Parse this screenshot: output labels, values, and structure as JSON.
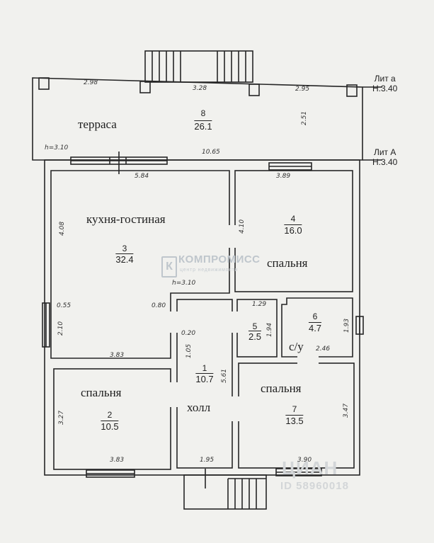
{
  "levels": {
    "upper": {
      "label": "Лит а",
      "height": "Н.3.40"
    },
    "lower": {
      "label": "Лит А",
      "height": "Н.3.40"
    }
  },
  "ceiling_heights": {
    "terrace": "h=3.10",
    "kitchen": "h=3.10"
  },
  "rooms": [
    {
      "id": "terrace",
      "number": "8",
      "area": "26.1",
      "name": "терраса"
    },
    {
      "id": "kitchen-living",
      "number": "3",
      "area": "32.4",
      "name": "кухня-гостиная"
    },
    {
      "id": "bedroom-4",
      "number": "4",
      "area": "16.0",
      "name": "спальня"
    },
    {
      "id": "hall",
      "number": "1",
      "area": "10.7",
      "name": "холл"
    },
    {
      "id": "bedroom-2",
      "number": "2",
      "area": "10.5",
      "name": "спальня"
    },
    {
      "id": "bathroom-5",
      "number": "5",
      "area": "2.5",
      "name": "с/у"
    },
    {
      "id": "room-6",
      "number": "6",
      "area": "4.7",
      "name": ""
    },
    {
      "id": "bedroom-7",
      "number": "7",
      "area": "13.5",
      "name": "спальня"
    }
  ],
  "dimensions": {
    "terrace_top_left": "2.98",
    "terrace_top_mid": "3.28",
    "terrace_top_right": "2.95",
    "terrace_depth": "2.51",
    "overall_width": "10.65",
    "kitchen_width": "5.84",
    "bedroom4_width": "3.89",
    "kitchen_depth": "4.08",
    "bedroom4_depth": "4.10",
    "kitchen_step_left": "0.55",
    "kitchen_step_right": "0.80",
    "kitchen_lower_depth": "2.10",
    "kitchen_lower_width": "3.83",
    "hall_offset": "0.20",
    "hall_width_upper": "1.05",
    "hall_depth": "5.61",
    "hall_width": "1.95",
    "bath5_width": "1.29",
    "bath5_depth": "1.94",
    "room6_depth": "1.93",
    "room6_width": "2.46",
    "bedroom2_depth": "3.27",
    "bedroom2_width": "3.83",
    "bedroom7_depth": "3.47",
    "bedroom7_width": "3.90"
  },
  "watermark": {
    "logo_letter": "К",
    "brand": "КОМПРОМИСС",
    "tagline": "центр недвижимости",
    "corner_text": "ЦИАН",
    "listing_id": "ID 58960018"
  },
  "colors": {
    "background": "#f1f1ee",
    "lines": "#262626",
    "watermark": "#bfc6cc"
  }
}
